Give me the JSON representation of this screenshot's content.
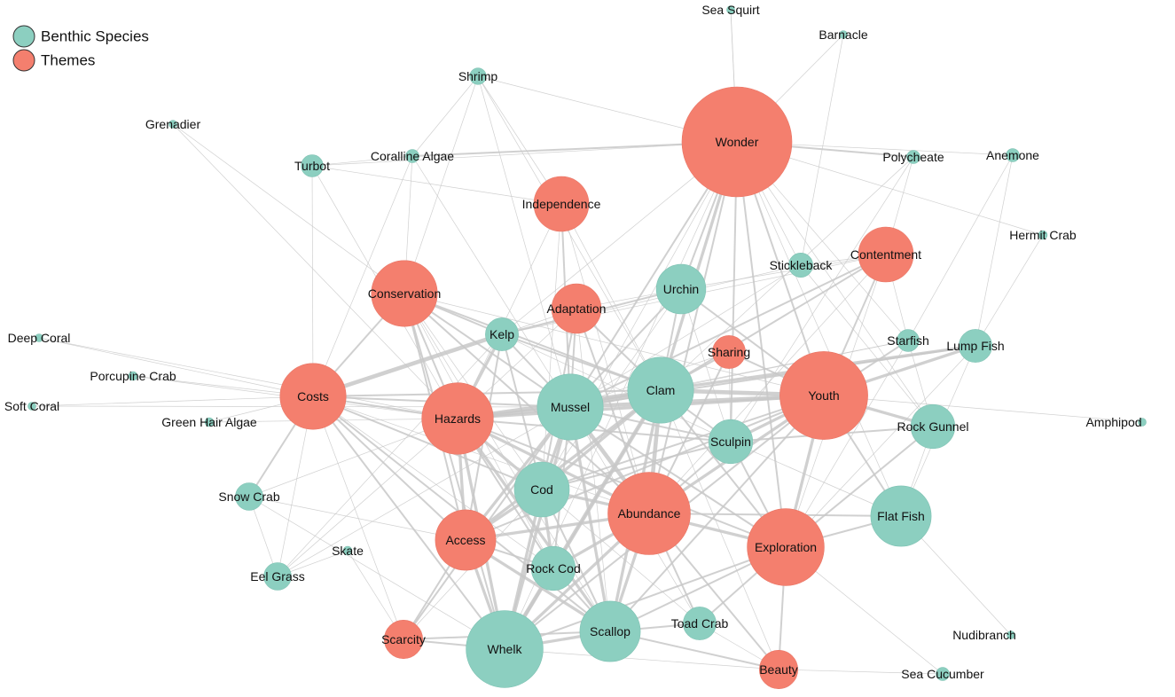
{
  "colors": {
    "species": "#8ccfc0",
    "theme": "#f47f6e",
    "edge": "#c8c8c8"
  },
  "legend": [
    {
      "label": "Benthic Species",
      "group": "species"
    },
    {
      "label": "Themes",
      "group": "theme"
    }
  ],
  "nodes": [
    {
      "id": "wonder",
      "label": "Wonder",
      "group": "theme",
      "size": 10
    },
    {
      "id": "independence",
      "label": "Independence",
      "group": "theme",
      "size": 5
    },
    {
      "id": "contentment",
      "label": "Contentment",
      "group": "theme",
      "size": 5
    },
    {
      "id": "conservation",
      "label": "Conservation",
      "group": "theme",
      "size": 6
    },
    {
      "id": "adaptation",
      "label": "Adaptation",
      "group": "theme",
      "size": 4.5
    },
    {
      "id": "sharing",
      "label": "Sharing",
      "group": "theme",
      "size": 3
    },
    {
      "id": "costs",
      "label": "Costs",
      "group": "theme",
      "size": 6
    },
    {
      "id": "hazards",
      "label": "Hazards",
      "group": "theme",
      "size": 6.5
    },
    {
      "id": "youth",
      "label": "Youth",
      "group": "theme",
      "size": 8
    },
    {
      "id": "abundance",
      "label": "Abundance",
      "group": "theme",
      "size": 7.5
    },
    {
      "id": "access",
      "label": "Access",
      "group": "theme",
      "size": 5.5
    },
    {
      "id": "exploration",
      "label": "Exploration",
      "group": "theme",
      "size": 7
    },
    {
      "id": "scarcity",
      "label": "Scarcity",
      "group": "theme",
      "size": 3.5
    },
    {
      "id": "beauty",
      "label": "Beauty",
      "group": "theme",
      "size": 3.5
    },
    {
      "id": "sea-squirt",
      "label": "Sea Squirt",
      "group": "species",
      "size": 0.6
    },
    {
      "id": "barnacle",
      "label": "Barnacle",
      "group": "species",
      "size": 0.6
    },
    {
      "id": "shrimp",
      "label": "Shrimp",
      "group": "species",
      "size": 1.5
    },
    {
      "id": "grenadier",
      "label": "Grenadier",
      "group": "species",
      "size": 0.5
    },
    {
      "id": "turbot",
      "label": "Turbot",
      "group": "species",
      "size": 2
    },
    {
      "id": "coralline-algae",
      "label": "Coralline Algae",
      "group": "species",
      "size": 1.2
    },
    {
      "id": "polycheate",
      "label": "Polycheate",
      "group": "species",
      "size": 1.2
    },
    {
      "id": "anemone",
      "label": "Anemone",
      "group": "species",
      "size": 1.2
    },
    {
      "id": "hermit-crab",
      "label": "Hermit Crab",
      "group": "species",
      "size": 0.8
    },
    {
      "id": "stickleback",
      "label": "Stickleback",
      "group": "species",
      "size": 2.2
    },
    {
      "id": "urchin",
      "label": "Urchin",
      "group": "species",
      "size": 4.5
    },
    {
      "id": "kelp",
      "label": "Kelp",
      "group": "species",
      "size": 3
    },
    {
      "id": "deep-coral",
      "label": "Deep Coral",
      "group": "species",
      "size": 0.5
    },
    {
      "id": "porcupine-crab",
      "label": "Porcupine Crab",
      "group": "species",
      "size": 0.8
    },
    {
      "id": "soft-coral",
      "label": "Soft Coral",
      "group": "species",
      "size": 0.6
    },
    {
      "id": "green-hair-algae",
      "label": "Green Hair Algae",
      "group": "species",
      "size": 0.8
    },
    {
      "id": "starfish",
      "label": "Starfish",
      "group": "species",
      "size": 2
    },
    {
      "id": "lump-fish",
      "label": "Lump Fish",
      "group": "species",
      "size": 3
    },
    {
      "id": "clam",
      "label": "Clam",
      "group": "species",
      "size": 6
    },
    {
      "id": "mussel",
      "label": "Mussel",
      "group": "species",
      "size": 6
    },
    {
      "id": "sculpin",
      "label": "Sculpin",
      "group": "species",
      "size": 4
    },
    {
      "id": "rock-gunnel",
      "label": "Rock Gunnel",
      "group": "species",
      "size": 4
    },
    {
      "id": "amphipod",
      "label": "Amphipod",
      "group": "species",
      "size": 0.4
    },
    {
      "id": "cod",
      "label": "Cod",
      "group": "species",
      "size": 5
    },
    {
      "id": "snow-crab",
      "label": "Snow Crab",
      "group": "species",
      "size": 2.5
    },
    {
      "id": "flat-fish",
      "label": "Flat Fish",
      "group": "species",
      "size": 5.5
    },
    {
      "id": "skate",
      "label": "Skate",
      "group": "species",
      "size": 0.8
    },
    {
      "id": "eel-grass",
      "label": "Eel Grass",
      "group": "species",
      "size": 2.5
    },
    {
      "id": "rock-cod",
      "label": "Rock Cod",
      "group": "species",
      "size": 4
    },
    {
      "id": "toad-crab",
      "label": "Toad Crab",
      "group": "species",
      "size": 3
    },
    {
      "id": "scallop",
      "label": "Scallop",
      "group": "species",
      "size": 5.5
    },
    {
      "id": "whelk",
      "label": "Whelk",
      "group": "species",
      "size": 7
    },
    {
      "id": "nudibranch",
      "label": "Nudibranch",
      "group": "species",
      "size": 0.4
    },
    {
      "id": "sea-cucumber",
      "label": "Sea Cucumber",
      "group": "species",
      "size": 1.2
    }
  ],
  "edges": [
    [
      "wonder",
      "sea-squirt",
      1
    ],
    [
      "wonder",
      "barnacle",
      1
    ],
    [
      "wonder",
      "shrimp",
      1
    ],
    [
      "wonder",
      "coralline-algae",
      2
    ],
    [
      "wonder",
      "turbot",
      1
    ],
    [
      "wonder",
      "polycheate",
      2
    ],
    [
      "wonder",
      "anemone",
      1
    ],
    [
      "wonder",
      "hermit-crab",
      1
    ],
    [
      "wonder",
      "stickleback",
      1
    ],
    [
      "wonder",
      "urchin",
      2
    ],
    [
      "wonder",
      "clam",
      3
    ],
    [
      "wonder",
      "mussel",
      2
    ],
    [
      "wonder",
      "sculpin",
      2
    ],
    [
      "wonder",
      "youth",
      2
    ],
    [
      "wonder",
      "abundance",
      2
    ],
    [
      "wonder",
      "exploration",
      2
    ],
    [
      "wonder",
      "cod",
      1
    ],
    [
      "wonder",
      "starfish",
      1
    ],
    [
      "wonder",
      "rock-gunnel",
      1
    ],
    [
      "wonder",
      "kelp",
      1
    ],
    [
      "wonder",
      "flat-fish",
      1
    ],
    [
      "wonder",
      "whelk",
      1
    ],
    [
      "independence",
      "turbot",
      1
    ],
    [
      "independence",
      "shrimp",
      1
    ],
    [
      "independence",
      "mussel",
      2
    ],
    [
      "independence",
      "clam",
      1
    ],
    [
      "independence",
      "abundance",
      1
    ],
    [
      "independence",
      "hazards",
      1
    ],
    [
      "independence",
      "cod",
      1
    ],
    [
      "contentment",
      "stickleback",
      1
    ],
    [
      "contentment",
      "polycheate",
      1
    ],
    [
      "contentment",
      "youth",
      2
    ],
    [
      "contentment",
      "starfish",
      1
    ],
    [
      "contentment",
      "clam",
      2
    ],
    [
      "contentment",
      "mussel",
      2
    ],
    [
      "contentment",
      "urchin",
      1
    ],
    [
      "contentment",
      "kelp",
      1
    ],
    [
      "contentment",
      "abundance",
      1
    ],
    [
      "contentment",
      "exploration",
      1
    ],
    [
      "conservation",
      "grenadier",
      1
    ],
    [
      "conservation",
      "coralline-algae",
      1
    ],
    [
      "conservation",
      "kelp",
      2
    ],
    [
      "conservation",
      "mussel",
      2
    ],
    [
      "conservation",
      "clam",
      2
    ],
    [
      "conservation",
      "hazards",
      2
    ],
    [
      "conservation",
      "costs",
      2
    ],
    [
      "conservation",
      "access",
      2
    ],
    [
      "conservation",
      "abundance",
      2
    ],
    [
      "conservation",
      "cod",
      1
    ],
    [
      "conservation",
      "whelk",
      2
    ],
    [
      "conservation",
      "scallop",
      1
    ],
    [
      "conservation",
      "rock-cod",
      1
    ],
    [
      "conservation",
      "youth",
      1
    ],
    [
      "adaptation",
      "clam",
      2
    ],
    [
      "adaptation",
      "mussel",
      2
    ],
    [
      "adaptation",
      "hazards",
      1
    ],
    [
      "adaptation",
      "cod",
      2
    ],
    [
      "adaptation",
      "abundance",
      2
    ],
    [
      "adaptation",
      "urchin",
      1
    ],
    [
      "adaptation",
      "kelp",
      1
    ],
    [
      "adaptation",
      "scallop",
      1
    ],
    [
      "sharing",
      "clam",
      2
    ],
    [
      "sharing",
      "youth",
      2
    ],
    [
      "sharing",
      "abundance",
      2
    ],
    [
      "sharing",
      "mussel",
      1
    ],
    [
      "sharing",
      "sculpin",
      1
    ],
    [
      "costs",
      "deep-coral",
      1
    ],
    [
      "costs",
      "porcupine-crab",
      1
    ],
    [
      "costs",
      "soft-coral",
      1
    ],
    [
      "costs",
      "green-hair-algae",
      1
    ],
    [
      "costs",
      "turbot",
      1
    ],
    [
      "costs",
      "coralline-algae",
      1
    ],
    [
      "costs",
      "kelp",
      4
    ],
    [
      "costs",
      "mussel",
      2
    ],
    [
      "costs",
      "clam",
      2
    ],
    [
      "costs",
      "hazards",
      2
    ],
    [
      "costs",
      "access",
      2
    ],
    [
      "costs",
      "cod",
      2
    ],
    [
      "costs",
      "snow-crab",
      2
    ],
    [
      "costs",
      "eel-grass",
      1
    ],
    [
      "costs",
      "rock-cod",
      1
    ],
    [
      "costs",
      "scallop",
      2
    ],
    [
      "costs",
      "whelk",
      2
    ],
    [
      "costs",
      "abundance",
      1
    ],
    [
      "costs",
      "scarcity",
      1
    ],
    [
      "hazards",
      "kelp",
      3
    ],
    [
      "hazards",
      "mussel",
      4
    ],
    [
      "hazards",
      "clam",
      4
    ],
    [
      "hazards",
      "cod",
      3
    ],
    [
      "hazards",
      "access",
      3
    ],
    [
      "hazards",
      "abundance",
      3
    ],
    [
      "hazards",
      "youth",
      3
    ],
    [
      "hazards",
      "whelk",
      3
    ],
    [
      "hazards",
      "scallop",
      3
    ],
    [
      "hazards",
      "rock-cod",
      2
    ],
    [
      "hazards",
      "sculpin",
      2
    ],
    [
      "hazards",
      "snow-crab",
      1
    ],
    [
      "hazards",
      "eel-grass",
      1
    ],
    [
      "hazards",
      "exploration",
      2
    ],
    [
      "youth",
      "clam",
      4
    ],
    [
      "youth",
      "mussel",
      4
    ],
    [
      "youth",
      "abundance",
      3
    ],
    [
      "youth",
      "exploration",
      3
    ],
    [
      "youth",
      "rock-gunnel",
      3
    ],
    [
      "youth",
      "flat-fish",
      2
    ],
    [
      "youth",
      "lump-fish",
      3
    ],
    [
      "youth",
      "starfish",
      2
    ],
    [
      "youth",
      "sculpin",
      3
    ],
    [
      "youth",
      "amphipod",
      1
    ],
    [
      "youth",
      "cod",
      2
    ],
    [
      "youth",
      "whelk",
      2
    ],
    [
      "youth",
      "scallop",
      2
    ],
    [
      "youth",
      "access",
      2
    ],
    [
      "youth",
      "urchin",
      2
    ],
    [
      "abundance",
      "mussel",
      4
    ],
    [
      "abundance",
      "clam",
      4
    ],
    [
      "abundance",
      "cod",
      3
    ],
    [
      "abundance",
      "access",
      3
    ],
    [
      "abundance",
      "whelk",
      3
    ],
    [
      "abundance",
      "scallop",
      3
    ],
    [
      "abundance",
      "rock-cod",
      3
    ],
    [
      "abundance",
      "exploration",
      3
    ],
    [
      "abundance",
      "beauty",
      2
    ],
    [
      "abundance",
      "sculpin",
      2
    ],
    [
      "abundance",
      "toad-crab",
      2
    ],
    [
      "abundance",
      "flat-fish",
      2
    ],
    [
      "access",
      "cod",
      3
    ],
    [
      "access",
      "mussel",
      3
    ],
    [
      "access",
      "clam",
      3
    ],
    [
      "access",
      "whelk",
      3
    ],
    [
      "access",
      "scallop",
      3
    ],
    [
      "access",
      "rock-cod",
      2
    ],
    [
      "access",
      "scarcity",
      2
    ],
    [
      "access",
      "snow-crab",
      1
    ],
    [
      "access",
      "kelp",
      2
    ],
    [
      "exploration",
      "flat-fish",
      2
    ],
    [
      "exploration",
      "rock-gunnel",
      2
    ],
    [
      "exploration",
      "sculpin",
      2
    ],
    [
      "exploration",
      "clam",
      2
    ],
    [
      "exploration",
      "mussel",
      2
    ],
    [
      "exploration",
      "toad-crab",
      2
    ],
    [
      "exploration",
      "beauty",
      2
    ],
    [
      "exploration",
      "sea-cucumber",
      1
    ],
    [
      "exploration",
      "scallop",
      2
    ],
    [
      "exploration",
      "whelk",
      2
    ],
    [
      "exploration",
      "lump-fish",
      1
    ],
    [
      "exploration",
      "starfish",
      1
    ],
    [
      "scarcity",
      "whelk",
      2
    ],
    [
      "scarcity",
      "scallop",
      2
    ],
    [
      "scarcity",
      "cod",
      1
    ],
    [
      "scarcity",
      "skate",
      1
    ],
    [
      "scarcity",
      "mussel",
      2
    ],
    [
      "beauty",
      "whelk",
      1
    ],
    [
      "beauty",
      "scallop",
      2
    ],
    [
      "beauty",
      "sea-cucumber",
      1
    ],
    [
      "beauty",
      "toad-crab",
      1
    ],
    [
      "beauty",
      "clam",
      1
    ],
    [
      "shrimp",
      "mussel",
      1
    ],
    [
      "shrimp",
      "clam",
      1
    ],
    [
      "shrimp",
      "coralline-algae",
      1
    ],
    [
      "shrimp",
      "conservation",
      1
    ],
    [
      "turbot",
      "coralline-algae",
      1
    ],
    [
      "turbot",
      "hazards",
      1
    ],
    [
      "anemone",
      "starfish",
      1
    ],
    [
      "anemone",
      "lump-fish",
      1
    ],
    [
      "hermit-crab",
      "lump-fish",
      1
    ],
    [
      "stickleback",
      "kelp",
      1
    ],
    [
      "stickleback",
      "mussel",
      1
    ],
    [
      "stickleback",
      "rock-gunnel",
      1
    ],
    [
      "urchin",
      "kelp",
      2
    ],
    [
      "urchin",
      "mussel",
      2
    ],
    [
      "urchin",
      "clam",
      2
    ],
    [
      "urchin",
      "cod",
      1
    ],
    [
      "urchin",
      "sculpin",
      1
    ],
    [
      "kelp",
      "mussel",
      2
    ],
    [
      "kelp",
      "clam",
      2
    ],
    [
      "kelp",
      "cod",
      2
    ],
    [
      "kelp",
      "sculpin",
      1
    ],
    [
      "clam",
      "mussel",
      5
    ],
    [
      "clam",
      "cod",
      3
    ],
    [
      "clam",
      "sculpin",
      2
    ],
    [
      "clam",
      "whelk",
      4
    ],
    [
      "clam",
      "scallop",
      3
    ],
    [
      "clam",
      "rock-cod",
      2
    ],
    [
      "clam",
      "lump-fish",
      3
    ],
    [
      "mussel",
      "cod",
      3
    ],
    [
      "mussel",
      "whelk",
      3
    ],
    [
      "mussel",
      "scallop",
      3
    ],
    [
      "mussel",
      "rock-cod",
      2
    ],
    [
      "mussel",
      "sculpin",
      2
    ],
    [
      "mussel",
      "lump-fish",
      2
    ],
    [
      "cod",
      "rock-cod",
      3
    ],
    [
      "cod",
      "whelk",
      3
    ],
    [
      "cod",
      "scallop",
      2
    ],
    [
      "cod",
      "sculpin",
      2
    ],
    [
      "whelk",
      "scallop",
      3
    ],
    [
      "whelk",
      "rock-cod",
      3
    ],
    [
      "scallop",
      "rock-cod",
      2
    ],
    [
      "scallop",
      "toad-crab",
      2
    ],
    [
      "sculpin",
      "rock-gunnel",
      2
    ],
    [
      "sculpin",
      "flat-fish",
      1
    ],
    [
      "rock-gunnel",
      "flat-fish",
      1
    ],
    [
      "rock-gunnel",
      "starfish",
      1
    ],
    [
      "flat-fish",
      "nudibranch",
      1
    ],
    [
      "flat-fish",
      "lump-fish",
      1
    ],
    [
      "snow-crab",
      "eel-grass",
      1
    ],
    [
      "snow-crab",
      "whelk",
      1
    ],
    [
      "eel-grass",
      "mussel",
      1
    ],
    [
      "eel-grass",
      "kelp",
      1
    ],
    [
      "skate",
      "eel-grass",
      1
    ],
    [
      "toad-crab",
      "cod",
      1
    ],
    [
      "toad-crab",
      "mussel",
      1
    ],
    [
      "polycheate",
      "sculpin",
      1
    ],
    [
      "polycheate",
      "clam",
      1
    ],
    [
      "starfish",
      "clam",
      1
    ],
    [
      "starfish",
      "mussel",
      1
    ],
    [
      "green-hair-algae",
      "hazards",
      1
    ],
    [
      "porcupine-crab",
      "hazards",
      1
    ],
    [
      "deep-coral",
      "hazards",
      1
    ],
    [
      "soft-coral",
      "mussel",
      1
    ],
    [
      "grenadier",
      "hazards",
      1
    ],
    [
      "coralline-algae",
      "mussel",
      1
    ],
    [
      "barnacle",
      "stickleback",
      1
    ],
    [
      "sea-squirt",
      "wonder",
      1
    ]
  ]
}
